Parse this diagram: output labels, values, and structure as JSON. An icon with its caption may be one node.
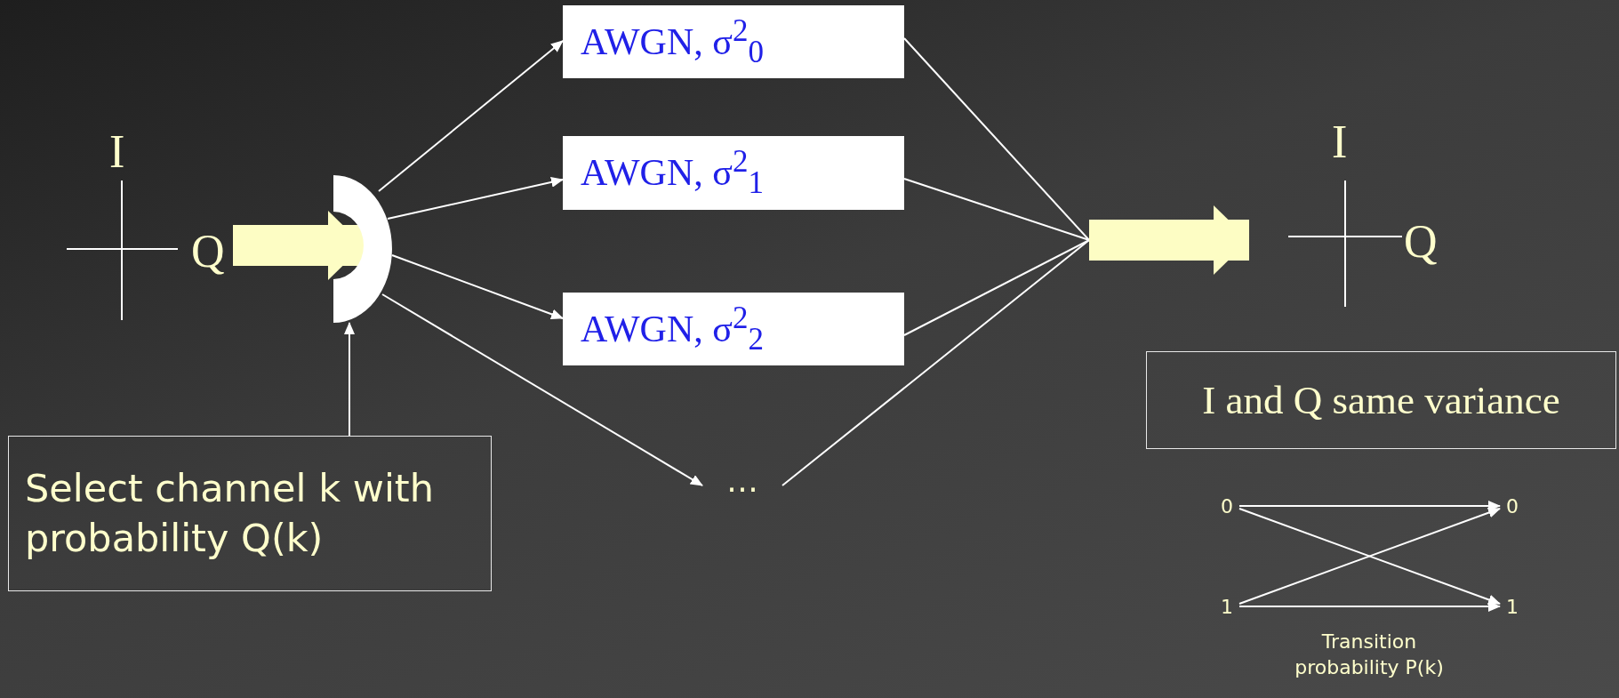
{
  "diagram": {
    "nodes": [
      {
        "text": [
          "I",
          "Q"
        ]
      },
      {
        "text": [],
        "shape": "arc"
      },
      {
        "text": [
          "AWGN, σ$^{2}$$_{0}$"
        ]
      },
      {
        "text": [
          "AWGN, σ$^{2}$$_{1}$"
        ]
      },
      {
        "text": [
          "AWGN, σ$^{2}$$_{2}$"
        ]
      },
      {
        "text": [
          "…"
        ]
      },
      {
        "text": [
          "I",
          "Q"
        ]
      },
      {
        "text": [
          "I and Q same variance"
        ]
      },
      {
        "text": [
          "Select channel k with probability Q(k)"
        ]
      },
      {
        "text": [
          "0"
        ]
      },
      {
        "text": [
          "0"
        ]
      },
      {
        "text": [
          "1"
        ]
      },
      {
        "text": [
          "1"
        ]
      }
    ],
    "edges": [
      {
        "from": 0,
        "to": 1,
        "arrow": "to",
        "style": "thick",
        "color": "#fdfdc4"
      },
      {
        "from": 1,
        "to": 2,
        "arrow": "to"
      },
      {
        "from": 1,
        "to": 3,
        "arrow": "to"
      },
      {
        "from": 1,
        "to": 4,
        "arrow": "to"
      },
      {
        "from": 1,
        "to": 5,
        "arrow": "to"
      },
      {
        "from": 2,
        "to": 6,
        "arrow": "to"
      },
      {
        "from": 3,
        "to": 6,
        "arrow": "to"
      },
      {
        "from": 4,
        "to": 6,
        "arrow": "to"
      },
      {
        "from": 5,
        "to": 6,
        "arrow": "to"
      },
      {
        "from": 8,
        "to": 1,
        "arrow": "to"
      },
      {
        "from": 9,
        "to": 10,
        "arrow": "to"
      },
      {
        "from": 9,
        "to": 12,
        "arrow": "to"
      },
      {
        "from": 11,
        "to": 10,
        "arrow": "to"
      },
      {
        "from": 11,
        "to": 12,
        "arrow": "to"
      }
    ],
    "labels": [
      "Transition probability P(k)"
    ]
  }
}
